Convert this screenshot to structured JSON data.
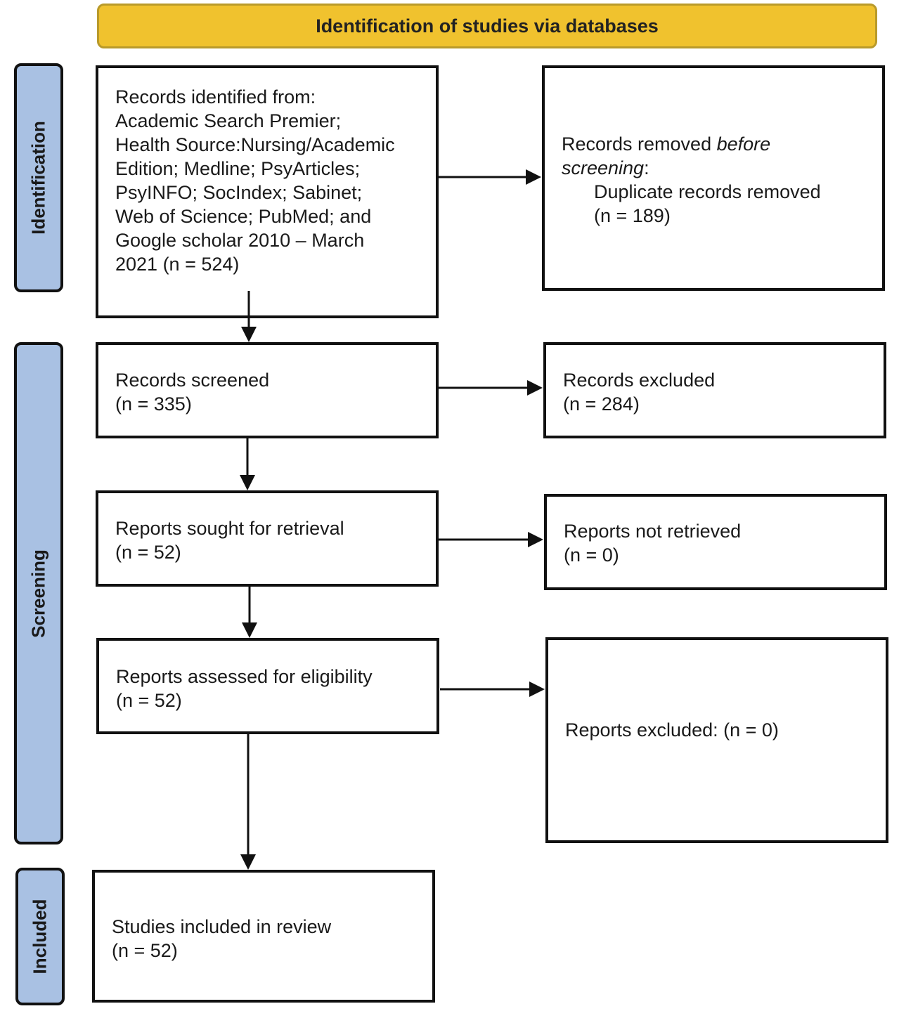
{
  "header": {
    "title": "Identification of studies via databases"
  },
  "phases": {
    "identification": "Identification",
    "screening": "Screening",
    "included": "Included"
  },
  "boxes": {
    "records_identified": {
      "lines": [
        "Records identified from:",
        "Academic Search Premier;",
        "Health Source:Nursing/Academic",
        "Edition; Medline; PsyArticles;",
        "PsyINFO; SocIndex; Sabinet;",
        "Web of Science; PubMed; and",
        "Google scholar 2010 – March",
        "2021 (n = 524)"
      ]
    },
    "records_removed": {
      "line1_a": "Records removed ",
      "line1_b": "before",
      "line2_a": "screening",
      "line2_b": ":",
      "line3": "Duplicate records removed",
      "line4": "(n = 189)"
    },
    "records_screened": {
      "label": "Records screened",
      "count": "(n = 335)"
    },
    "records_excluded": {
      "label": "Records excluded",
      "count": "(n = 284)"
    },
    "reports_sought": {
      "label": "Reports sought for retrieval",
      "count": "(n = 52)"
    },
    "reports_not_retrieved": {
      "label": "Reports not retrieved",
      "count": "(n = 0)"
    },
    "reports_assessed": {
      "label": "Reports assessed for eligibility",
      "count": "(n = 52)"
    },
    "reports_excluded": {
      "label": "Reports excluded: (n = 0)"
    },
    "studies_included": {
      "label": "Studies included in review",
      "count": "(n = 52)"
    }
  }
}
